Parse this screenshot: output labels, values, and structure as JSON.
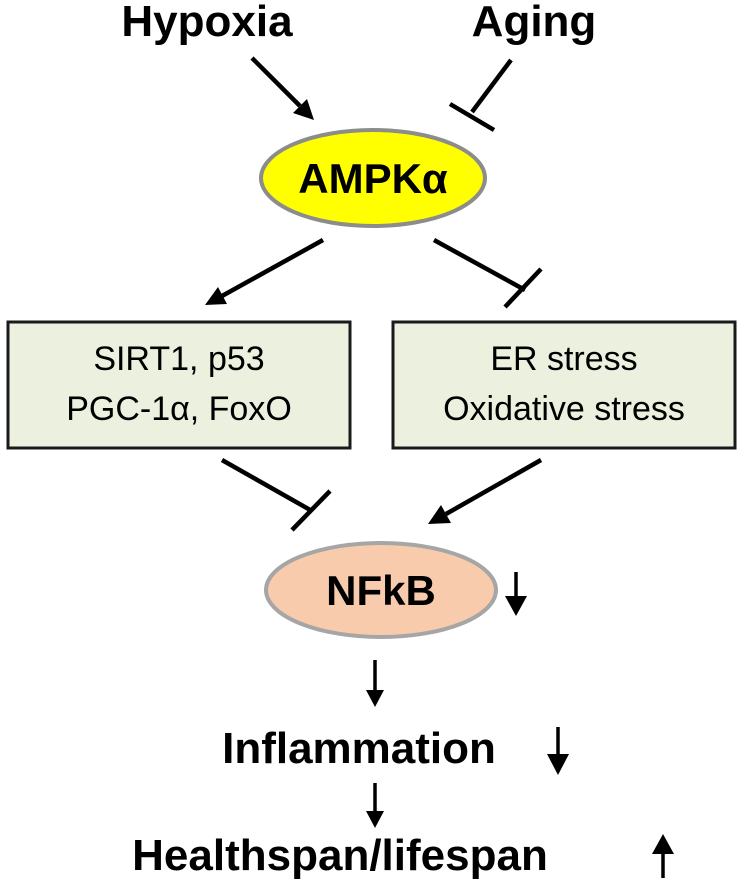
{
  "nodes": {
    "hypoxia": "Hypoxia",
    "aging": "Aging",
    "ampk": "AMPKα",
    "box_left_line1": "SIRT1, p53",
    "box_left_line2": "PGC-1α, FoxO",
    "box_right_line1": "ER stress",
    "box_right_line2": "Oxidative stress",
    "nfkb": "NFkB",
    "inflammation": "Inflammation",
    "healthspan": "Healthspan/lifespan"
  },
  "edges": [
    {
      "from": "hypoxia",
      "to": "ampk",
      "type": "activation"
    },
    {
      "from": "aging",
      "to": "ampk",
      "type": "inhibition"
    },
    {
      "from": "ampk",
      "to": "box_left",
      "type": "activation"
    },
    {
      "from": "ampk",
      "to": "box_right",
      "type": "inhibition"
    },
    {
      "from": "box_left",
      "to": "nfkb",
      "type": "inhibition"
    },
    {
      "from": "box_right",
      "to": "nfkb",
      "type": "activation"
    },
    {
      "from": "nfkb",
      "to": "inflammation",
      "type": "activation"
    },
    {
      "from": "inflammation",
      "to": "healthspan",
      "type": "activation"
    }
  ],
  "indicators": {
    "nfkb": "down",
    "inflammation": "down",
    "healthspan": "up"
  },
  "colors": {
    "ampk_fill": "#ffff00",
    "ampk_stroke": "#8c8c8c",
    "nfkb_fill": "#f8cbad",
    "nfkb_stroke": "#a6a6a6",
    "box_fill": "#ebf1de",
    "box_stroke": "#1a1a1a"
  }
}
